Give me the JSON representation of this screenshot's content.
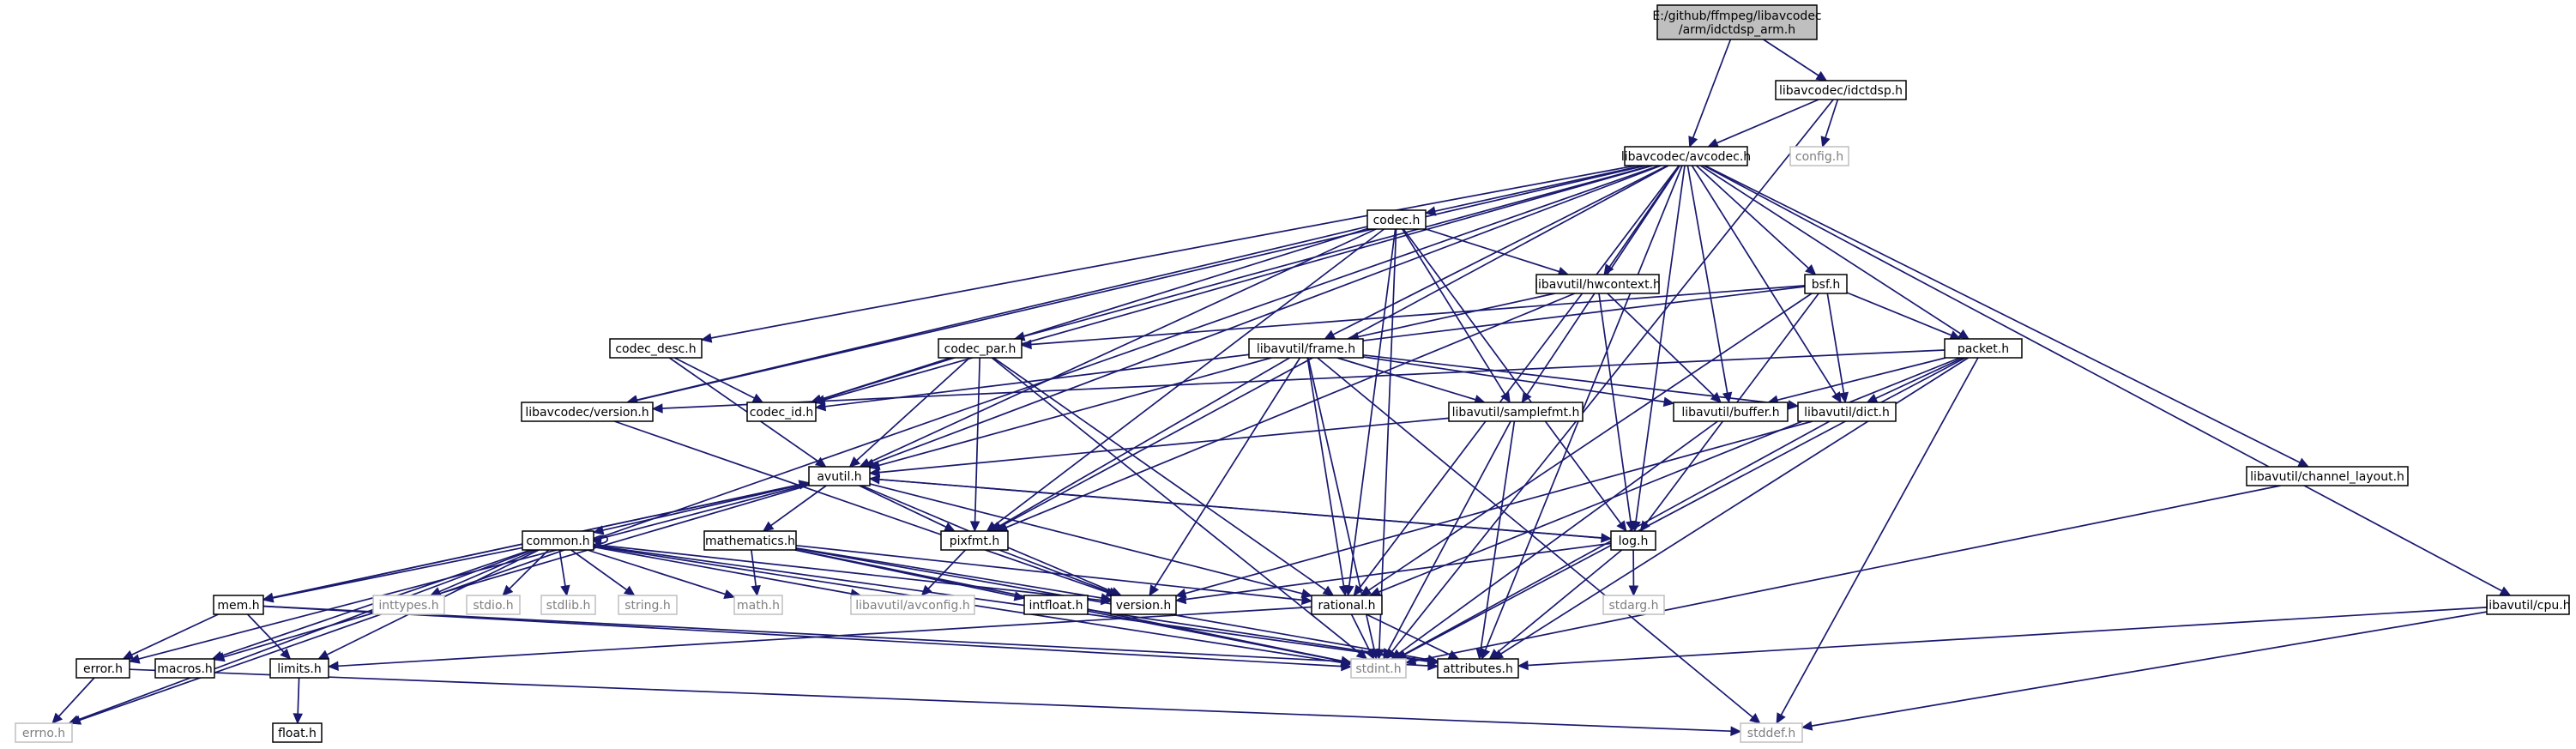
{
  "graph": {
    "nodes": [
      {
        "id": "root",
        "lines": [
          "E:/github/ffmpeg/libavcodec",
          "/arm/idctdsp_arm.h"
        ],
        "kind": "root"
      },
      {
        "id": "idctdsp",
        "lines": [
          "libavcodec/idctdsp.h"
        ],
        "kind": "file"
      },
      {
        "id": "config",
        "lines": [
          "config.h"
        ],
        "kind": "external"
      },
      {
        "id": "avcodec",
        "lines": [
          "libavcodec/avcodec.h"
        ],
        "kind": "file"
      },
      {
        "id": "codec",
        "lines": [
          "codec.h"
        ],
        "kind": "file"
      },
      {
        "id": "hwcontext",
        "lines": [
          "libavutil/hwcontext.h"
        ],
        "kind": "file"
      },
      {
        "id": "bsf",
        "lines": [
          "bsf.h"
        ],
        "kind": "file"
      },
      {
        "id": "codec_desc",
        "lines": [
          "codec_desc.h"
        ],
        "kind": "file"
      },
      {
        "id": "codec_par",
        "lines": [
          "codec_par.h"
        ],
        "kind": "file"
      },
      {
        "id": "frame",
        "lines": [
          "libavutil/frame.h"
        ],
        "kind": "file"
      },
      {
        "id": "packet",
        "lines": [
          "packet.h"
        ],
        "kind": "file"
      },
      {
        "id": "lavc_version",
        "lines": [
          "libavcodec/version.h"
        ],
        "kind": "file"
      },
      {
        "id": "codec_id",
        "lines": [
          "codec_id.h"
        ],
        "kind": "file"
      },
      {
        "id": "samplefmt",
        "lines": [
          "libavutil/samplefmt.h"
        ],
        "kind": "file"
      },
      {
        "id": "buffer",
        "lines": [
          "libavutil/buffer.h"
        ],
        "kind": "file"
      },
      {
        "id": "dict",
        "lines": [
          "libavutil/dict.h"
        ],
        "kind": "file"
      },
      {
        "id": "channel_layout",
        "lines": [
          "libavutil/channel_layout.h"
        ],
        "kind": "file"
      },
      {
        "id": "avutil",
        "lines": [
          "avutil.h"
        ],
        "kind": "file"
      },
      {
        "id": "common",
        "lines": [
          "common.h"
        ],
        "kind": "file"
      },
      {
        "id": "mathematics",
        "lines": [
          "mathematics.h"
        ],
        "kind": "file"
      },
      {
        "id": "pixfmt",
        "lines": [
          "pixfmt.h"
        ],
        "kind": "file"
      },
      {
        "id": "log",
        "lines": [
          "log.h"
        ],
        "kind": "file"
      },
      {
        "id": "mem",
        "lines": [
          "mem.h"
        ],
        "kind": "file"
      },
      {
        "id": "inttypes",
        "lines": [
          "inttypes.h"
        ],
        "kind": "external"
      },
      {
        "id": "stdio",
        "lines": [
          "stdio.h"
        ],
        "kind": "external"
      },
      {
        "id": "stdlib",
        "lines": [
          "stdlib.h"
        ],
        "kind": "external"
      },
      {
        "id": "string",
        "lines": [
          "string.h"
        ],
        "kind": "external"
      },
      {
        "id": "math",
        "lines": [
          "math.h"
        ],
        "kind": "external"
      },
      {
        "id": "avconfig",
        "lines": [
          "libavutil/avconfig.h"
        ],
        "kind": "external"
      },
      {
        "id": "intfloat",
        "lines": [
          "intfloat.h"
        ],
        "kind": "file"
      },
      {
        "id": "version",
        "lines": [
          "version.h"
        ],
        "kind": "file"
      },
      {
        "id": "rational",
        "lines": [
          "rational.h"
        ],
        "kind": "file"
      },
      {
        "id": "stdarg",
        "lines": [
          "stdarg.h"
        ],
        "kind": "external"
      },
      {
        "id": "cpu",
        "lines": [
          "libavutil/cpu.h"
        ],
        "kind": "file"
      },
      {
        "id": "error",
        "lines": [
          "error.h"
        ],
        "kind": "file"
      },
      {
        "id": "macros",
        "lines": [
          "macros.h"
        ],
        "kind": "file"
      },
      {
        "id": "limits",
        "lines": [
          "limits.h"
        ],
        "kind": "file"
      },
      {
        "id": "stdint",
        "lines": [
          "stdint.h"
        ],
        "kind": "external"
      },
      {
        "id": "attributes",
        "lines": [
          "attributes.h"
        ],
        "kind": "file"
      },
      {
        "id": "errno",
        "lines": [
          "errno.h"
        ],
        "kind": "external"
      },
      {
        "id": "float",
        "lines": [
          "float.h"
        ],
        "kind": "file"
      },
      {
        "id": "stddef",
        "lines": [
          "stddef.h"
        ],
        "kind": "external"
      }
    ],
    "edges": [
      [
        "root",
        "idctdsp"
      ],
      [
        "root",
        "avcodec"
      ],
      [
        "idctdsp",
        "avcodec"
      ],
      [
        "idctdsp",
        "config"
      ],
      [
        "idctdsp",
        "stdint"
      ],
      [
        "avcodec",
        "errno"
      ],
      [
        "avcodec",
        "lavc_version"
      ],
      [
        "avcodec",
        "avutil"
      ],
      [
        "avcodec",
        "pixfmt"
      ],
      [
        "avcodec",
        "codec_desc"
      ],
      [
        "avcodec",
        "codec_id"
      ],
      [
        "avcodec",
        "codec"
      ],
      [
        "avcodec",
        "codec_par"
      ],
      [
        "avcodec",
        "frame"
      ],
      [
        "avcodec",
        "hwcontext"
      ],
      [
        "avcodec",
        "samplefmt"
      ],
      [
        "avcodec",
        "buffer"
      ],
      [
        "avcodec",
        "dict"
      ],
      [
        "avcodec",
        "bsf"
      ],
      [
        "avcodec",
        "packet"
      ],
      [
        "avcodec",
        "log"
      ],
      [
        "avcodec",
        "rational"
      ],
      [
        "avcodec",
        "channel_layout"
      ],
      [
        "avcodec",
        "cpu"
      ],
      [
        "avcodec",
        "attributes"
      ],
      [
        "codec",
        "lavc_version"
      ],
      [
        "codec",
        "codec_id"
      ],
      [
        "codec",
        "avutil"
      ],
      [
        "codec",
        "pixfmt"
      ],
      [
        "codec",
        "hwcontext"
      ],
      [
        "codec",
        "rational"
      ],
      [
        "codec",
        "samplefmt"
      ],
      [
        "codec",
        "log"
      ],
      [
        "codec",
        "stdint"
      ],
      [
        "hwcontext",
        "frame"
      ],
      [
        "hwcontext",
        "pixfmt"
      ],
      [
        "hwcontext",
        "buffer"
      ],
      [
        "hwcontext",
        "log"
      ],
      [
        "bsf",
        "codec_id"
      ],
      [
        "bsf",
        "codec_par"
      ],
      [
        "bsf",
        "packet"
      ],
      [
        "bsf",
        "dict"
      ],
      [
        "bsf",
        "log"
      ],
      [
        "bsf",
        "rational"
      ],
      [
        "codec_desc",
        "codec_id"
      ],
      [
        "codec_desc",
        "avutil"
      ],
      [
        "codec_par",
        "codec_id"
      ],
      [
        "codec_par",
        "avutil"
      ],
      [
        "codec_par",
        "pixfmt"
      ],
      [
        "codec_par",
        "rational"
      ],
      [
        "codec_par",
        "stdint"
      ],
      [
        "frame",
        "avutil"
      ],
      [
        "frame",
        "pixfmt"
      ],
      [
        "frame",
        "samplefmt"
      ],
      [
        "frame",
        "buffer"
      ],
      [
        "frame",
        "dict"
      ],
      [
        "frame",
        "rational"
      ],
      [
        "frame",
        "version"
      ],
      [
        "frame",
        "stdint"
      ],
      [
        "frame",
        "stddef"
      ],
      [
        "packet",
        "lavc_version"
      ],
      [
        "packet",
        "buffer"
      ],
      [
        "packet",
        "dict"
      ],
      [
        "packet",
        "rational"
      ],
      [
        "packet",
        "attributes"
      ],
      [
        "packet",
        "stdint"
      ],
      [
        "packet",
        "stddef"
      ],
      [
        "lavc_version",
        "version"
      ],
      [
        "samplefmt",
        "avutil"
      ],
      [
        "samplefmt",
        "attributes"
      ],
      [
        "samplefmt",
        "stdint"
      ],
      [
        "buffer",
        "stdint"
      ],
      [
        "dict",
        "version"
      ],
      [
        "dict",
        "stdint"
      ],
      [
        "channel_layout",
        "stdint"
      ],
      [
        "avutil",
        "common"
      ],
      [
        "avutil",
        "mathematics"
      ],
      [
        "avutil",
        "pixfmt"
      ],
      [
        "avutil",
        "version"
      ],
      [
        "avutil",
        "rational"
      ],
      [
        "avutil",
        "log"
      ],
      [
        "avutil",
        "macros"
      ],
      [
        "avutil",
        "error"
      ],
      [
        "avutil",
        "mem"
      ],
      [
        "common",
        "common"
      ],
      [
        "common",
        "errno"
      ],
      [
        "common",
        "inttypes"
      ],
      [
        "common",
        "limits"
      ],
      [
        "common",
        "math"
      ],
      [
        "common",
        "stdint"
      ],
      [
        "common",
        "stdio"
      ],
      [
        "common",
        "stdlib"
      ],
      [
        "common",
        "string"
      ],
      [
        "common",
        "attributes"
      ],
      [
        "common",
        "macros"
      ],
      [
        "common",
        "version"
      ],
      [
        "common",
        "avconfig"
      ],
      [
        "common",
        "mem"
      ],
      [
        "mathematics",
        "math"
      ],
      [
        "mathematics",
        "stdint"
      ],
      [
        "mathematics",
        "attributes"
      ],
      [
        "mathematics",
        "rational"
      ],
      [
        "mathematics",
        "intfloat"
      ],
      [
        "mathematics",
        "version"
      ],
      [
        "pixfmt",
        "avconfig"
      ],
      [
        "pixfmt",
        "version"
      ],
      [
        "log",
        "stdarg"
      ],
      [
        "log",
        "avutil"
      ],
      [
        "log",
        "attributes"
      ],
      [
        "log",
        "version"
      ],
      [
        "mem",
        "limits"
      ],
      [
        "mem",
        "stdint"
      ],
      [
        "mem",
        "attributes"
      ],
      [
        "mem",
        "error"
      ],
      [
        "mem",
        "avutil"
      ],
      [
        "intfloat",
        "stdint"
      ],
      [
        "intfloat",
        "attributes"
      ],
      [
        "rational",
        "stdint"
      ],
      [
        "rational",
        "limits"
      ],
      [
        "rational",
        "attributes"
      ],
      [
        "cpu",
        "attributes"
      ],
      [
        "cpu",
        "stddef"
      ],
      [
        "error",
        "errno"
      ],
      [
        "error",
        "stddef"
      ],
      [
        "limits",
        "float"
      ]
    ]
  }
}
